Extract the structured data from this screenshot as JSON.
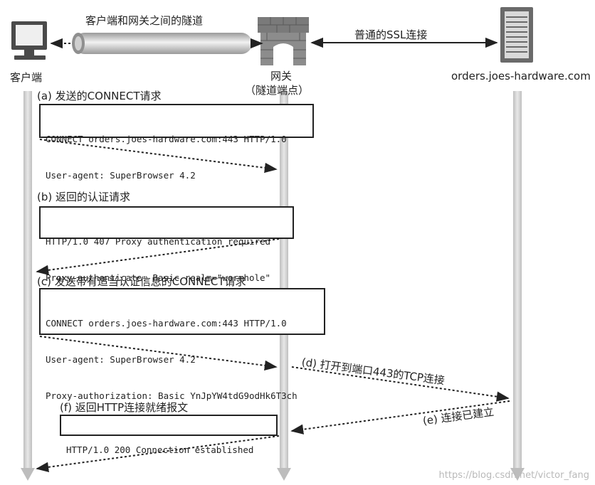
{
  "actors": {
    "client": "客户端",
    "gateway_line1": "网关",
    "gateway_line2": "（隧道端点）",
    "server": "orders.joes-hardware.com"
  },
  "tunnel_label": "客户端和网关之间的隧道",
  "ssl_label": "普通的SSL连接",
  "steps": {
    "a": "(a)  发送的CONNECT请求",
    "b": "(b)  返回的认证请求",
    "c": "(c)  发送带有适当认证信息的CONNECT请求",
    "d": "(d)  打开到端口443的TCP连接",
    "e": "(e)  连接已建立",
    "f": "(f)  返回HTTP连接就绪报文"
  },
  "messages": {
    "a": [
      "CONNECT orders.joes-hardware.com:443 HTTP/1.0",
      "User-agent: SuperBrowser 4.2"
    ],
    "b": [
      "HTTP/1.0 407 Proxy authentication required",
      "Proxy-authenticate: Basic realm=\"wormhole\""
    ],
    "c": [
      "CONNECT orders.joes-hardware.com:443 HTTP/1.0",
      "User-agent: SuperBrowser 4.2",
      "Proxy-authorization: Basic YnJpYW4tdG9odHk6T3ch"
    ],
    "f": [
      "HTTP/1.0 200 Connection established"
    ]
  },
  "watermark": "https://blog.csdn.net/victor_fang",
  "colors": {
    "lifeline": "#d6d6d6",
    "ink": "#222222",
    "tunnel": "#c9c9c9"
  },
  "icons": {
    "client": "computer-icon",
    "gateway": "firewall-icon",
    "server": "server-icon"
  }
}
